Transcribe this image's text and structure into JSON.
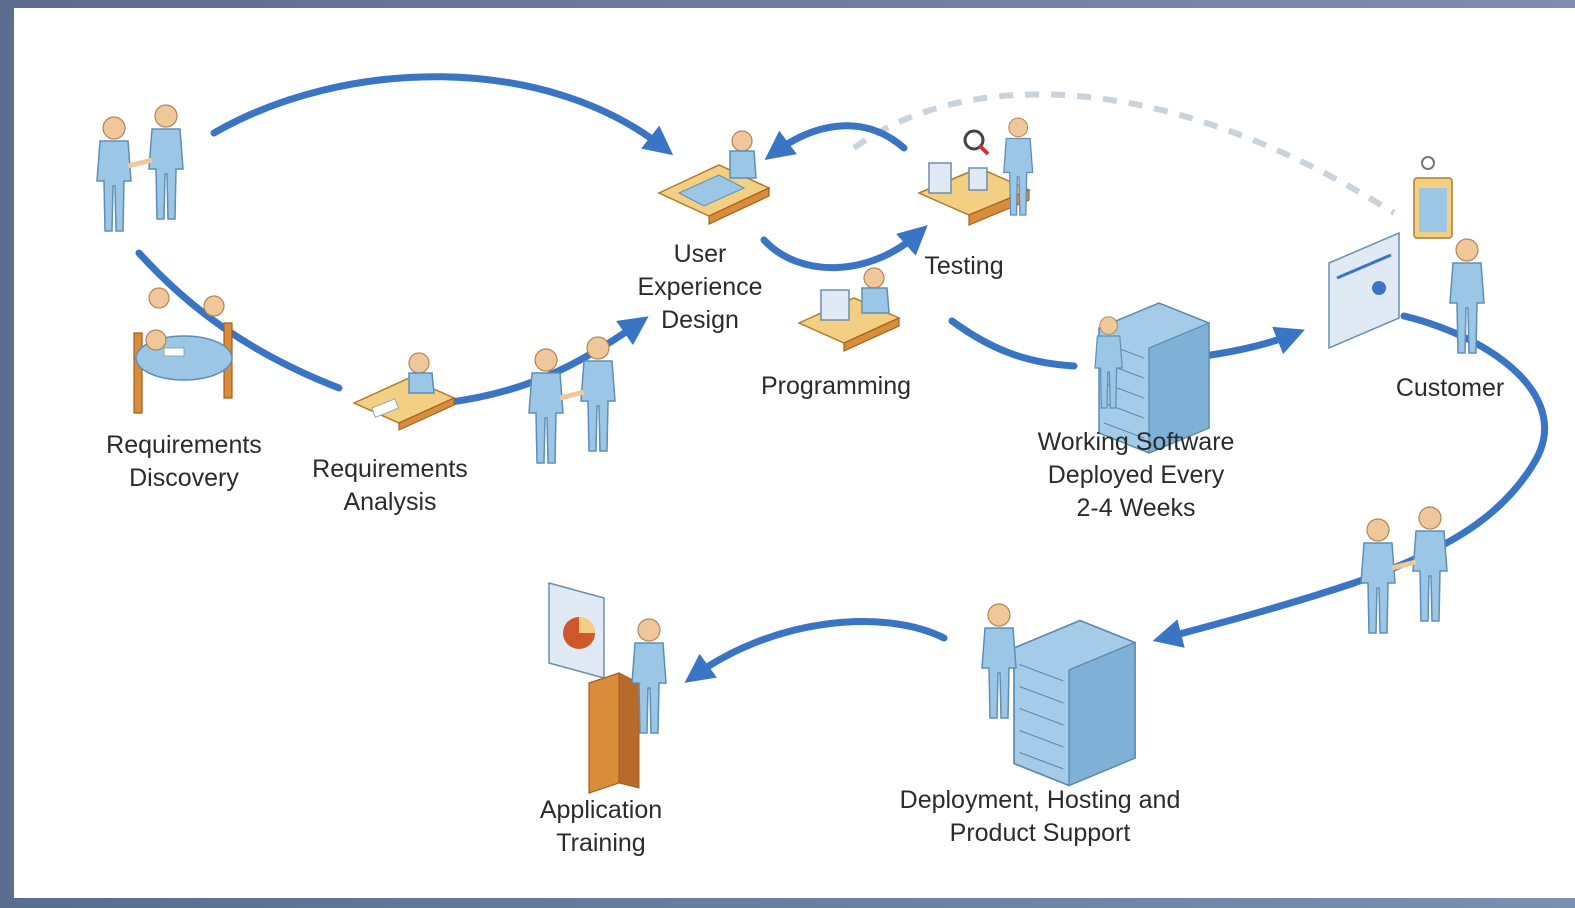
{
  "steps": {
    "requirements_discovery": "Requirements\nDiscovery",
    "requirements_analysis": "Requirements\nAnalysis",
    "user_experience_design": "User\nExperience\nDesign",
    "testing": "Testing",
    "programming": "Programming",
    "customer": "Customer",
    "working_software": "Working Software\nDeployed Every\n2-4 Weeks",
    "deployment": "Deployment, Hosting and\nProduct Support",
    "application_training": "Application\nTraining"
  },
  "colors": {
    "arrow": "#3a74c4",
    "dashed_return": "#c9d3dc",
    "figure": "#9cc6e6",
    "desk": "#f3cf84"
  }
}
